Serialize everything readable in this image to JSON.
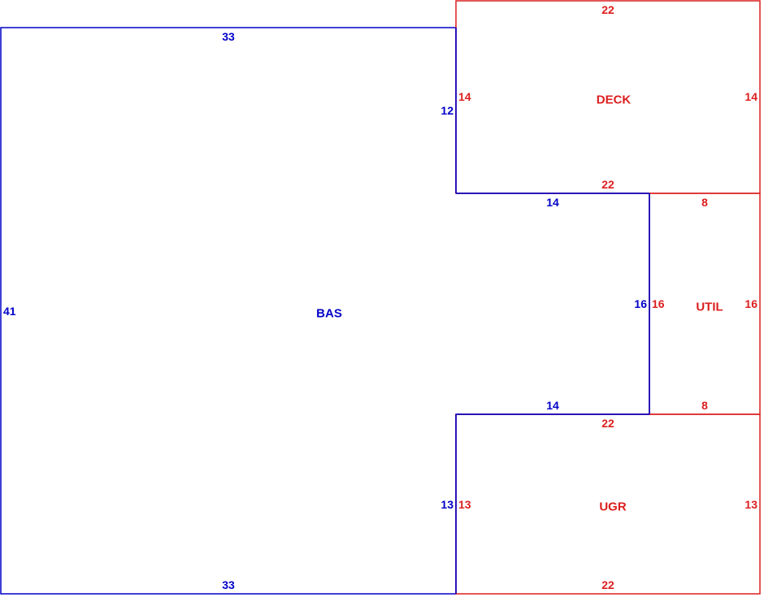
{
  "colors": {
    "main": "#0000c8",
    "addition": "#dc1e1e"
  },
  "areas": {
    "bas": {
      "name": "BAS",
      "top": "33",
      "bottom": "33",
      "left": "41",
      "deck_side": "12",
      "notch_top": "14",
      "notch_side": "16",
      "notch_bottom": "14",
      "ugr_side": "13"
    },
    "deck": {
      "name": "DECK",
      "top": "22",
      "bottom": "22",
      "left": "14",
      "right": "14"
    },
    "util": {
      "name": "UTIL",
      "top": "8",
      "bottom": "8",
      "left": "16",
      "right": "16"
    },
    "ugr": {
      "name": "UGR",
      "top": "22",
      "bottom": "22",
      "left": "13",
      "right": "13"
    }
  }
}
